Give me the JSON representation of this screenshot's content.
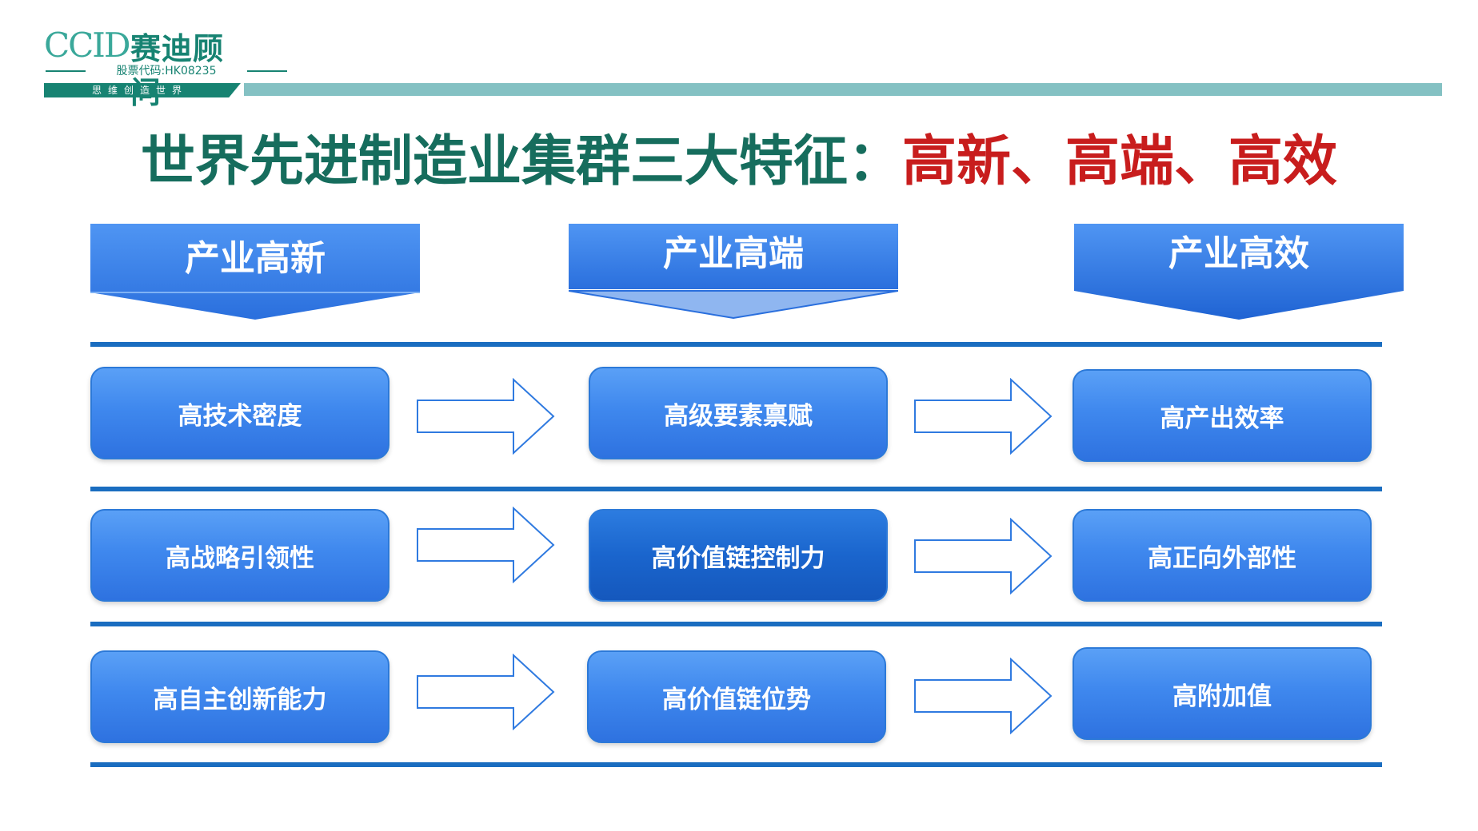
{
  "logo": {
    "mark": "CCID",
    "name": "赛迪顾问",
    "stock_code": "股票代码:HK08235",
    "slogan": "思维创造世界"
  },
  "title": {
    "prefix": "世界先进制造业集群三大特征：",
    "highlight": "高新、高端、高效"
  },
  "headers": [
    "产业高新",
    "产业高端",
    "产业高效"
  ],
  "rows": [
    [
      "高技术密度",
      "高级要素禀赋",
      "高产出效率"
    ],
    [
      "高战略引领性",
      "高价值链控制力",
      "高正向外部性"
    ],
    [
      "高自主创新能力",
      "高价值链位势",
      "高附加值"
    ]
  ],
  "colors": {
    "brand_green": "#178372",
    "title_green": "#166d5d",
    "title_red": "#c81d1d",
    "box_blue": "#3f88ee",
    "divider_blue": "#1a6dc0"
  }
}
